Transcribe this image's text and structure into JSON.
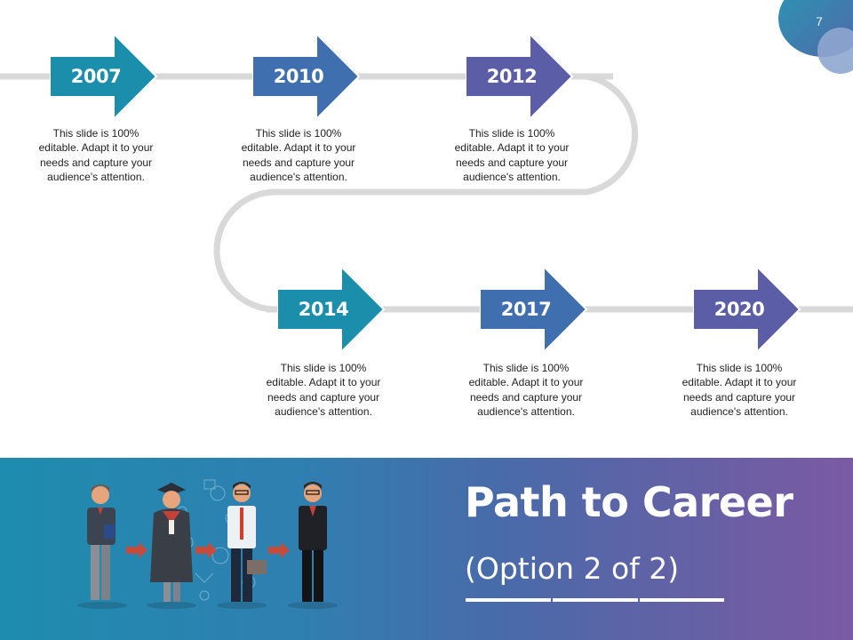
{
  "slide": {
    "number": "7",
    "title": "Path to Career",
    "subtitle": "(Option 2 of 2)"
  },
  "colors": {
    "teal": "#1a8eab",
    "blue": "#3f6fae",
    "purple": "#5b5ea6",
    "track": "#d9d9d9",
    "banner_start": "#1e8cae",
    "banner_end": "#7a5aa3"
  },
  "timeline": [
    {
      "year": "2007",
      "color": "#1a8eab",
      "text": [
        "This slide is 100%",
        "editable. Adapt it to your",
        "needs and capture your",
        "audience's attention."
      ]
    },
    {
      "year": "2010",
      "color": "#3f6fae",
      "text": [
        "This slide is 100%",
        "editable. Adapt it to your",
        "needs and capture your",
        "audience's attention."
      ]
    },
    {
      "year": "2012",
      "color": "#5b5ea6",
      "text": [
        "This slide is 100%",
        "editable. Adapt it to your",
        "needs and capture your",
        "audience's attention."
      ]
    },
    {
      "year": "2014",
      "color": "#1a8eab",
      "text": [
        "This slide is 100%",
        "editable. Adapt it to your",
        "needs and capture your",
        "audience's attention."
      ]
    },
    {
      "year": "2017",
      "color": "#3f6fae",
      "text": [
        "This slide is 100%",
        "editable. Adapt it to your",
        "needs and capture your",
        "audience's attention."
      ]
    },
    {
      "year": "2020",
      "color": "#5b5ea6",
      "text": [
        "This slide is 100%",
        "editable. Adapt it to your",
        "needs and capture your",
        "audience's attention."
      ]
    }
  ],
  "illustration": {
    "stages": [
      "student",
      "graduate",
      "job-seeker",
      "professional"
    ],
    "transition_icon": "red-arrow-icon"
  }
}
